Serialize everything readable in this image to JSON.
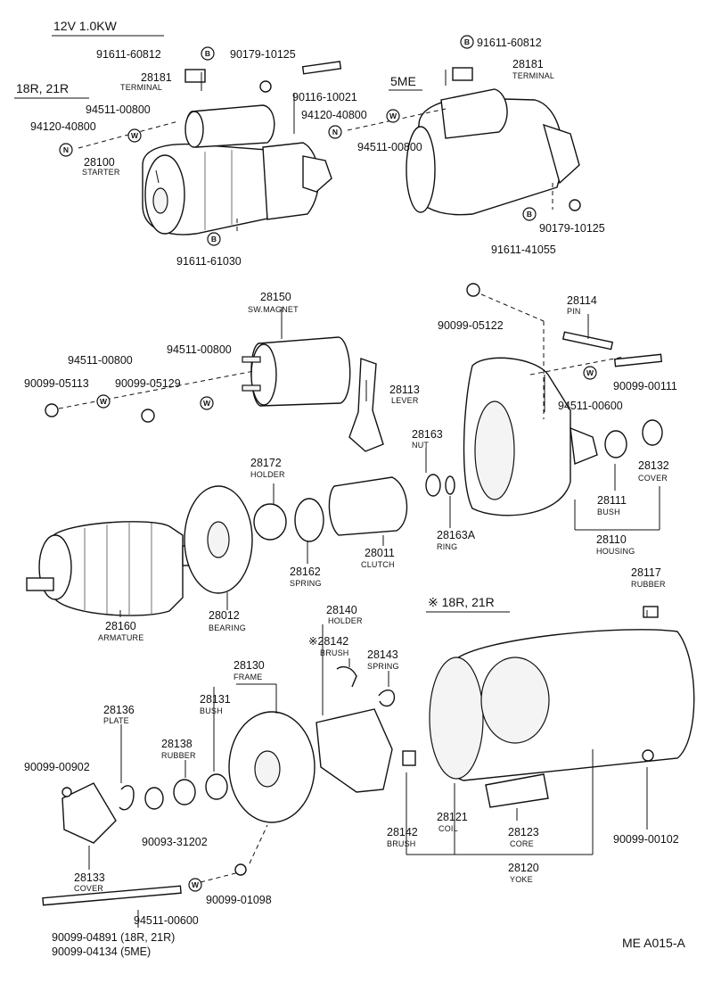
{
  "header": {
    "spec": "12V  1.0KW",
    "variant_a": "18R, 21R",
    "variant_b": "5ME",
    "variant_c": "※ 18R, 21R"
  },
  "footer": {
    "code": "ME A015-A"
  },
  "badges": {
    "b": "B",
    "w": "W",
    "n": "N"
  },
  "labels": {
    "p91611_60812_a": "91611-60812",
    "p91611_60812_b": "91611-60812",
    "p90179_10125_a": "90179-10125",
    "p90179_10125_b": "90179-10125",
    "p28181_a": "28181",
    "terminal_a": "TERMINAL",
    "p28181_b": "28181",
    "terminal_b": "TERMINAL",
    "p90116_10021": "90116-10021",
    "p94511_00800_a": "94511-00800",
    "p94120_40800_a": "94120-40800",
    "p94120_40800_b": "94120-40800",
    "p94511_00800_b": "94511-00800",
    "p28100": "28100",
    "starter": "STARTER",
    "p91611_61030": "91611-61030",
    "p91611_41055": "91611-41055",
    "p28150": "28150",
    "sw_magnet": "SW.MAGNET",
    "p90099_05122": "90099-05122",
    "p28114": "28114",
    "pin": "PIN",
    "p94511_00800_c": "94511-00800",
    "p94511_00800_d": "94511-00800",
    "p90099_05113": "90099-05113",
    "p90099_05129": "90099-05129",
    "p28113": "28113",
    "lever": "LEVER",
    "p90099_00111": "90099-00111",
    "p94511_00600_a": "94511-00600",
    "p28163": "28163",
    "nut": "NUT",
    "p28132": "28132",
    "cover_a": "COVER",
    "p28172": "28172",
    "holder_a": "HOLDER",
    "p28111": "28111",
    "bush_a": "BUSH",
    "p28163a": "28163A",
    "ring": "RING",
    "p28011": "28011",
    "clutch": "CLUTCH",
    "p28110": "28110",
    "housing": "HOUSING",
    "p28162": "28162",
    "spring_a": "SPRING",
    "p28117": "28117",
    "rubber_a": "RUBBER",
    "p28160": "28160",
    "armature": "ARMATURE",
    "p28012": "28012",
    "bearing": "BEARING",
    "p28140": "28140",
    "holder_b": "HOLDER",
    "p28142_a": "※28142",
    "brush_a": "BRUSH",
    "p28143": "28143",
    "spring_b": "SPRING",
    "p28130": "28130",
    "frame": "FRAME",
    "p28131": "28131",
    "bush_b": "BUSH",
    "p28136": "28136",
    "plate": "PLATE",
    "p28138": "28138",
    "rubber_b": "RUBBER",
    "p90099_00902": "90099-00902",
    "p90093_31202": "90093-31202",
    "p28133": "28133",
    "cover_b": "COVER",
    "p90099_01098": "90099-01098",
    "p94511_00600_b": "94511-00600",
    "p90099_04891": "90099-04891 (18R, 21R)",
    "p90099_04134": "90099-04134 (5ME)",
    "p28142_b": "28142",
    "brush_b": "BRUSH",
    "p28121": "28121",
    "coil": "COIL",
    "p28123": "28123",
    "core": "CORE",
    "p28120": "28120",
    "yoke": "YOKE",
    "p90099_00102": "90099-00102"
  }
}
